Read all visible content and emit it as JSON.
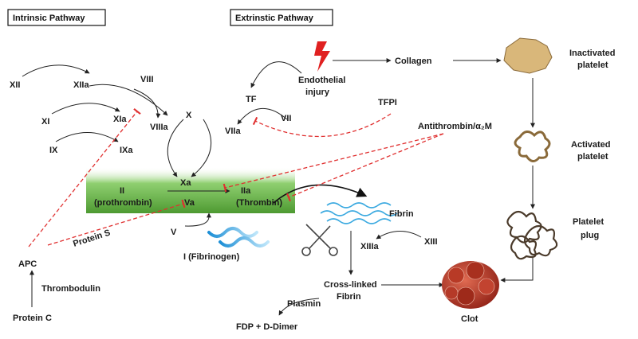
{
  "headers": {
    "intrinsic": "Intrinsic Pathway",
    "extrinsic": "Extrinstic Pathway"
  },
  "factors": {
    "xii": "XII",
    "xiia": "XIIa",
    "xi": "XI",
    "xia": "XIa",
    "ix": "IX",
    "ixa": "IXa",
    "viii": "VIII",
    "viiia": "VIIIa",
    "x": "X",
    "xa": "Xa",
    "tf": "TF",
    "vii": "VII",
    "viia": "VIIa",
    "tfpi": "TFPI",
    "antithrombin": "Antithrombin/α₂M",
    "ii": "II",
    "prothrombin": "(prothrombin)",
    "iia": "IIa",
    "thrombin": "(Thrombin)",
    "va": "Va",
    "v": "V",
    "protein_s": "Protein S",
    "apc": "APC",
    "thrombodulin": "Thrombodulin",
    "protein_c": "Protein C",
    "fibrinogen": "I (Fibrinogen)",
    "fibrin": "Fibrin",
    "xiiia": "XIIIa",
    "xiii": "XIII",
    "crosslinked_1": "Cross-linked",
    "crosslinked_2": "Fibrin",
    "plasmin": "Plasmin",
    "fdp": "FDP + D-Dimer",
    "clot": "Clot"
  },
  "platelet": {
    "endothelial_1": "Endothelial",
    "endothelial_2": "injury",
    "collagen": "Collagen",
    "inactivated_1": "Inactivated",
    "inactivated_2": "platelet",
    "activated_1": "Activated",
    "activated_2": "platelet",
    "plug_1": "Platelet",
    "plug_2": "plug"
  },
  "colors": {
    "inhibition": "#e03030",
    "highlight_band": "#6ab04c",
    "fibrin_wave": "#3aa9e0",
    "clot": "#c0392b",
    "platelet_inactive": "#d9b77a",
    "lightning": "#e02020"
  }
}
